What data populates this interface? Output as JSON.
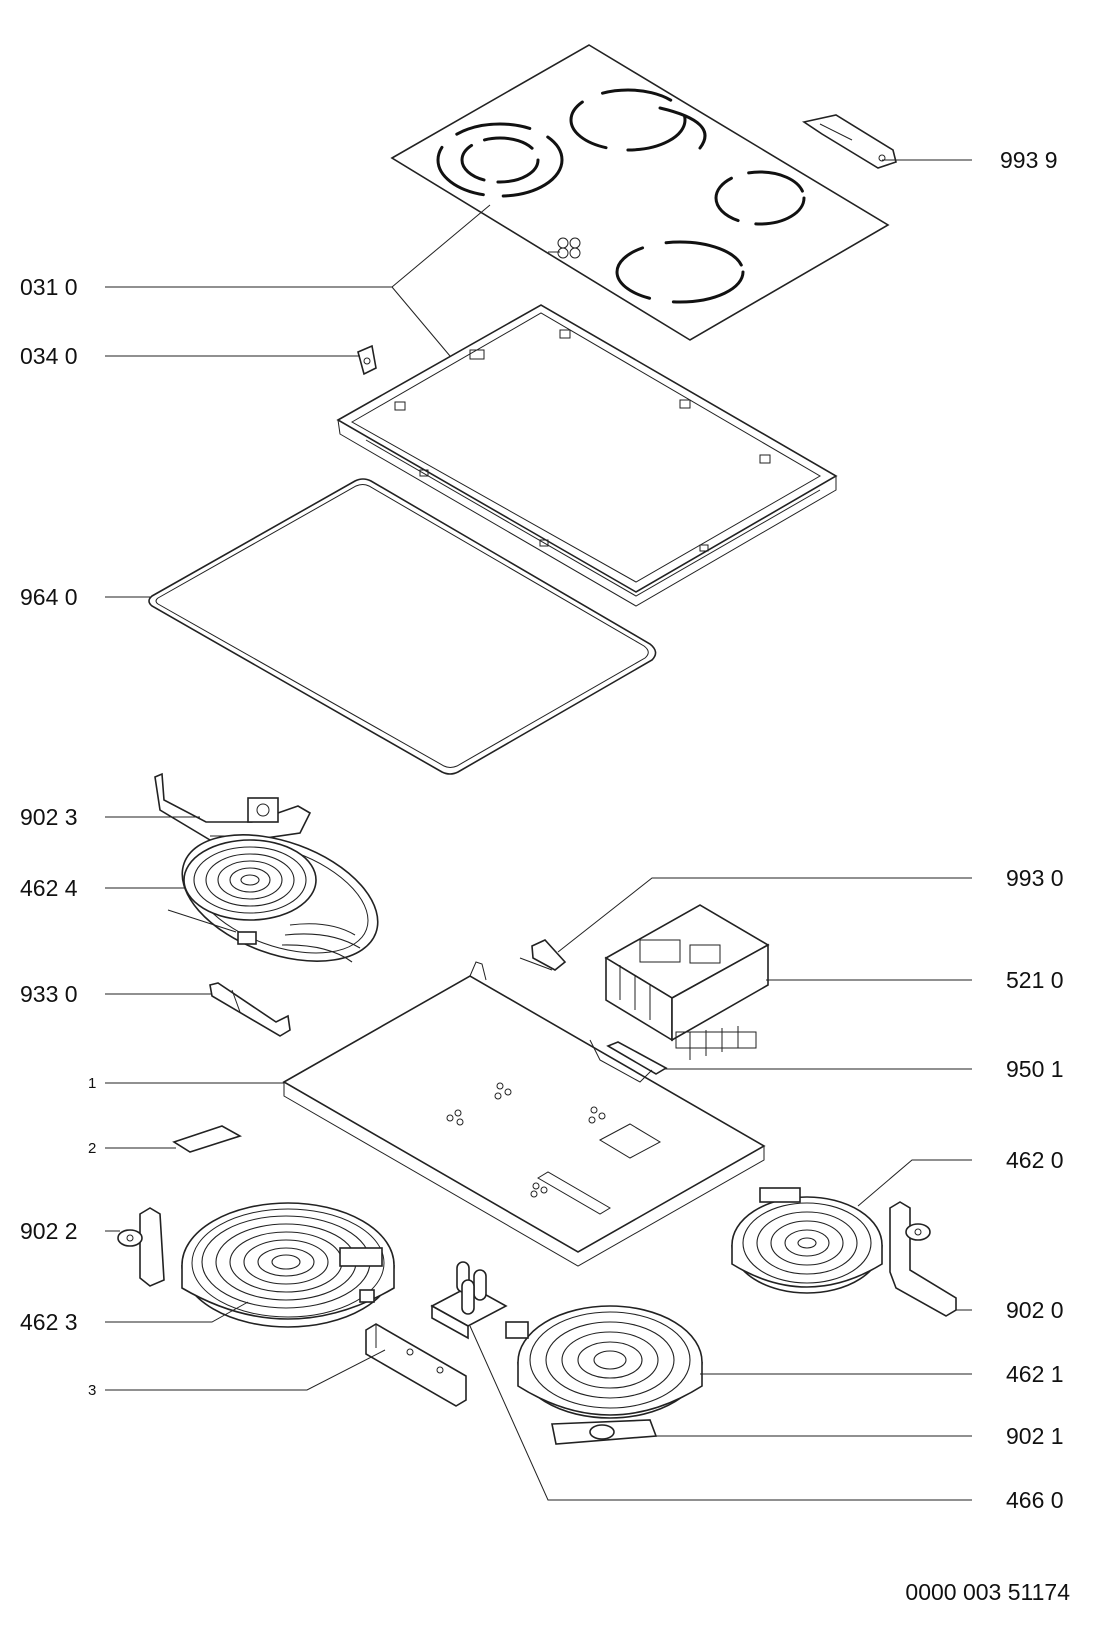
{
  "callouts": {
    "c0310": "031 0",
    "c0340": "034 0",
    "c9640": "964 0",
    "c9939": "993 9",
    "c9023": "902 3",
    "c4624": "462 4",
    "c9330": "933 0",
    "c1": "1",
    "c2": "2",
    "c9022": "902 2",
    "c4623": "462 3",
    "c3": "3",
    "c9930": "993 0",
    "c5210": "521 0",
    "c9501": "950 1",
    "c4620": "462 0",
    "c9020": "902 0",
    "c4621": "462 1",
    "c9021": "902 1",
    "c4660": "466 0"
  },
  "drawing_number": "0000 003 51174"
}
